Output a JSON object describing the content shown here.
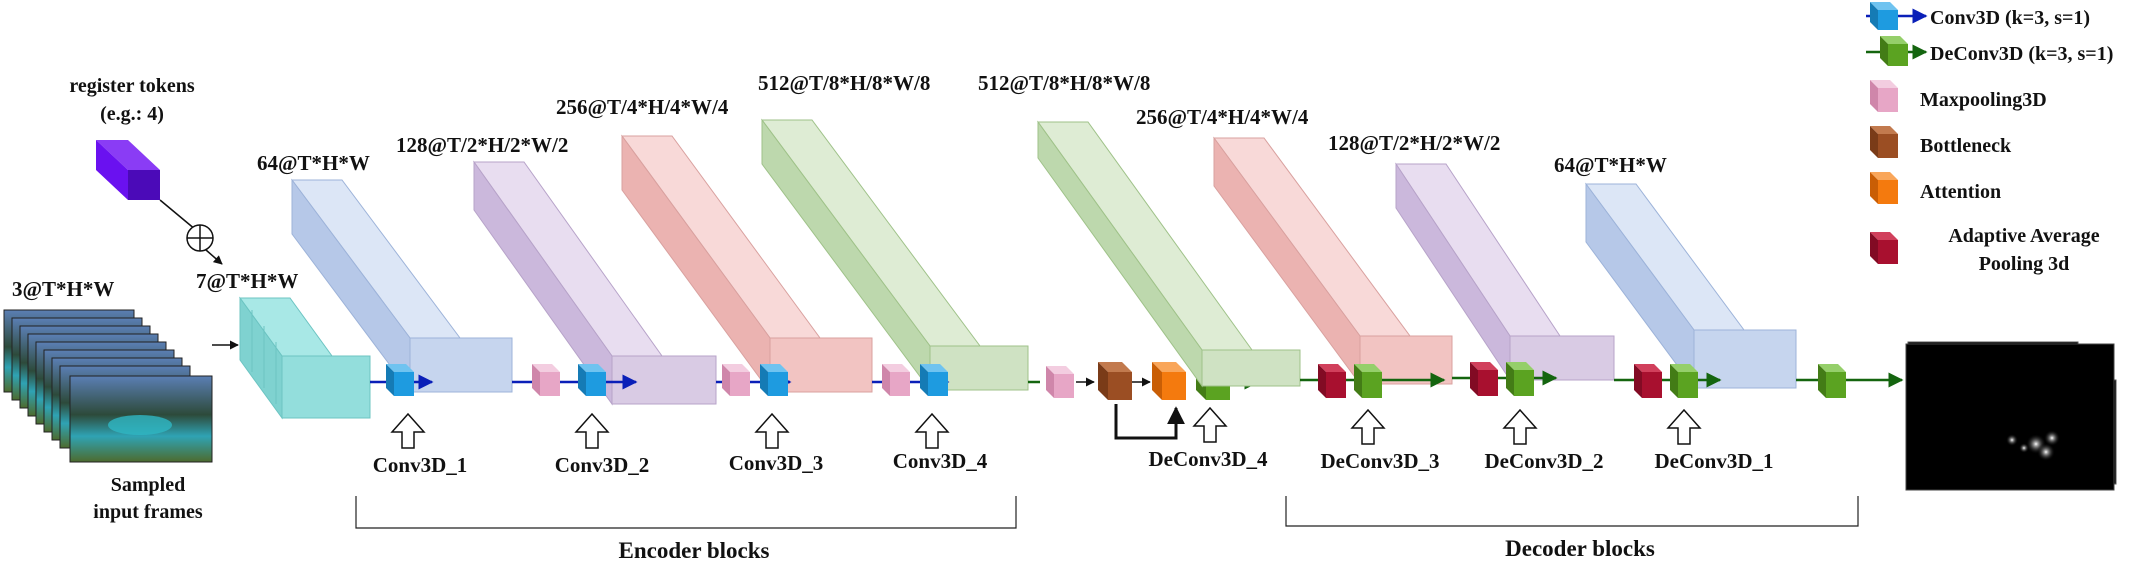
{
  "input": {
    "dims": "3@T*H*W",
    "caption_line1": "Sampled",
    "caption_line2": "input frames"
  },
  "register": {
    "title_line1": "register tokens",
    "title_line2": "(e.g.: 4)",
    "concat_dims": "7@T*H*W"
  },
  "encoder": {
    "group_label": "Encoder blocks",
    "blocks": [
      {
        "dims": "64@T*H*W",
        "conv_label": "Conv3D_1"
      },
      {
        "dims": "128@T/2*H/2*W/2",
        "conv_label": "Conv3D_2"
      },
      {
        "dims": "256@T/4*H/4*W/4",
        "conv_label": "Conv3D_3"
      },
      {
        "dims": "512@T/8*H/8*W/8",
        "conv_label": "Conv3D_4"
      }
    ]
  },
  "decoder": {
    "group_label": "Decoder blocks",
    "blocks": [
      {
        "dims": "512@T/8*H/8*W/8",
        "deconv_label": "DeConv3D_4"
      },
      {
        "dims": "256@T/4*H/4*W/4",
        "deconv_label": "DeConv3D_3"
      },
      {
        "dims": "128@T/2*H/2*W/2",
        "deconv_label": "DeConv3D_2"
      },
      {
        "dims": "64@T*H*W",
        "deconv_label": "DeConv3D_1"
      }
    ]
  },
  "legend": [
    {
      "label": "Conv3D (k=3, s=1)",
      "color": "#1E9BE0",
      "icon": "conv3d-cube-arrow"
    },
    {
      "label": "DeConv3D (k=3, s=1)",
      "color": "#5BA321",
      "icon": "deconv3d-cube-arrow"
    },
    {
      "label": "Maxpooling3D",
      "color": "#E7A6C6",
      "icon": "maxpool-cube"
    },
    {
      "label": "Bottleneck",
      "color": "#9B4E23",
      "icon": "bottleneck-cube"
    },
    {
      "label": "Attention",
      "color": "#F47A0E",
      "icon": "attention-cube"
    },
    {
      "label_line1": "Adaptive Average",
      "label_line2": "Pooling 3d",
      "color": "#A8102F",
      "icon": "adaptive-pool-cube"
    }
  ],
  "colors": {
    "blue_block": "#C6D5EE",
    "purple_block": "#D9CBE4",
    "red_block": "#F2C4C2",
    "green_block": "#CFE2C3",
    "input_block": "#93DEDC",
    "register": "#6A11F0",
    "encoder_arrow": "#0A1FB8",
    "decoder_arrow": "#14650F"
  }
}
